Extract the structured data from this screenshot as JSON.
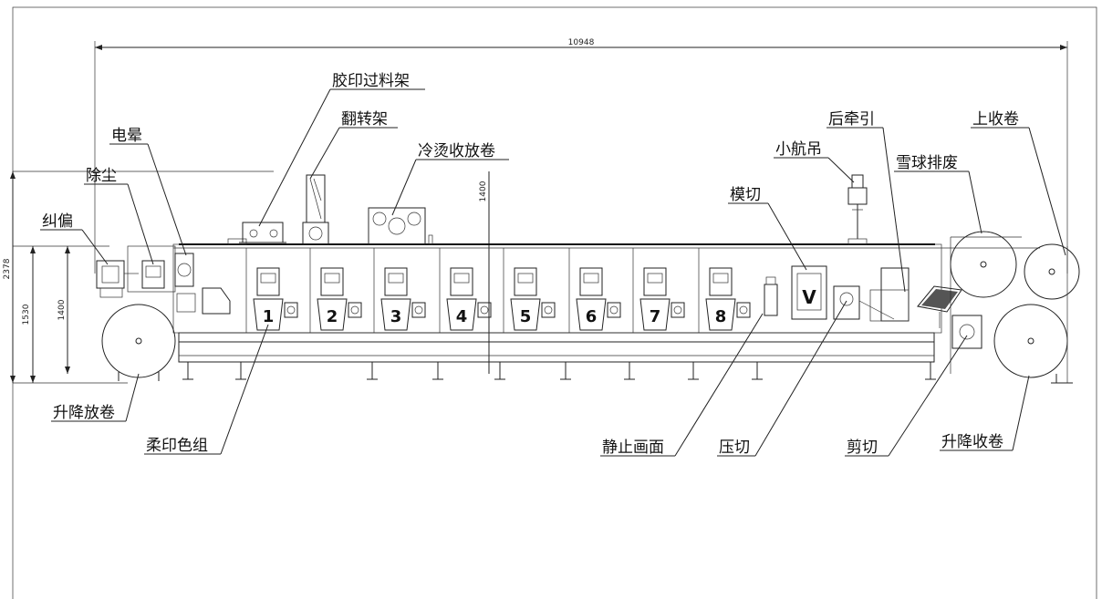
{
  "dimensions": {
    "total_length": "10948",
    "total_height": "2378",
    "base_height": "1530",
    "unwind_height": "1400",
    "frame_height": "1400"
  },
  "labels": {
    "web_guide": "纠偏",
    "dust_removal": "除尘",
    "corona": "电晕",
    "offset_transfer_rack": "胶印过料架",
    "turn_bar": "翻转架",
    "cold_foil": "冷烫收放卷",
    "small_crane": "小航吊",
    "die_cut": "模切",
    "rear_traction": "后牵引",
    "upper_rewind": "上收卷",
    "matrix_waste": "雪球排废",
    "lift_unwind": "升降放卷",
    "flexo_units": "柔印色组",
    "static_video": "静止画面",
    "pressure_cut": "压切",
    "shear_cut": "剪切",
    "lift_rewind": "升降收卷"
  },
  "print_units": [
    "1",
    "2",
    "3",
    "4",
    "5",
    "6",
    "7",
    "8"
  ],
  "die_cut_mark": "V"
}
